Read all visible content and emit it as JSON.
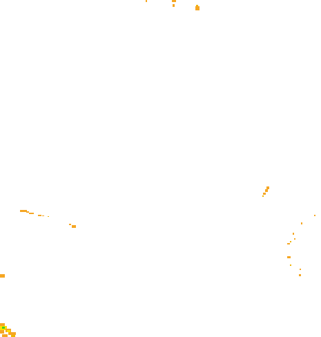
{
  "map": {
    "background": "#ffffff",
    "palette": {
      "orange": "#f5a623",
      "amber": "#f0b400",
      "yellow": "#ffe000",
      "green": "#44cc22"
    },
    "cluster_types": [
      "orange",
      "amber",
      "yellow",
      "green"
    ]
  }
}
